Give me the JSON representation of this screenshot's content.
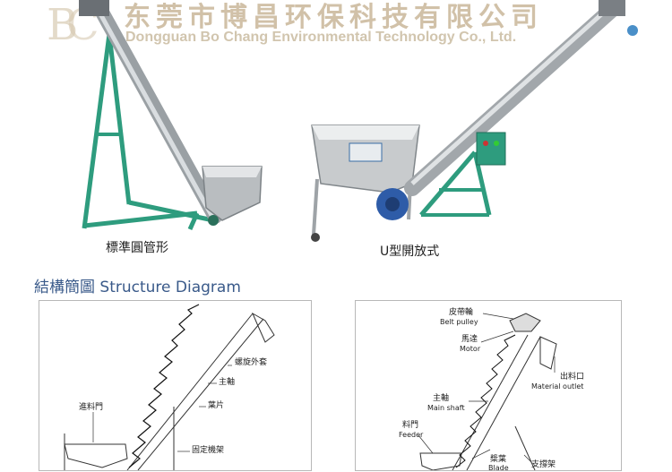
{
  "watermark": {
    "company_cn": "东莞市博昌环保科技有限公司",
    "company_en": "Dongguan Bo Chang Environmental Technology Co., Ltd."
  },
  "products": [
    {
      "caption": "標準圓管形"
    },
    {
      "caption": "U型開放式"
    }
  ],
  "section_title": "結構簡圖 Structure Diagram",
  "diagram_left": {
    "labels": {
      "spiral_casing": "螺旋外套",
      "main_shaft": "主軸",
      "blade": "葉片",
      "feed_door": "進料門",
      "fixed_frame": "固定機架"
    }
  },
  "diagram_right": {
    "labels": {
      "belt_pulley_cn": "皮帶輪",
      "belt_pulley_en": "Belt pulley",
      "motor_cn": "馬達",
      "motor_en": "Motor",
      "outlet_cn": "出料口",
      "outlet_en": "Material outlet",
      "shaft_cn": "主軸",
      "shaft_en": "Main shaft",
      "feeder_cn": "料門",
      "feeder_en": "Feeder",
      "blade_cn": "槳葉",
      "blade_en": "Blade",
      "support_cn": "支撐架"
    }
  }
}
